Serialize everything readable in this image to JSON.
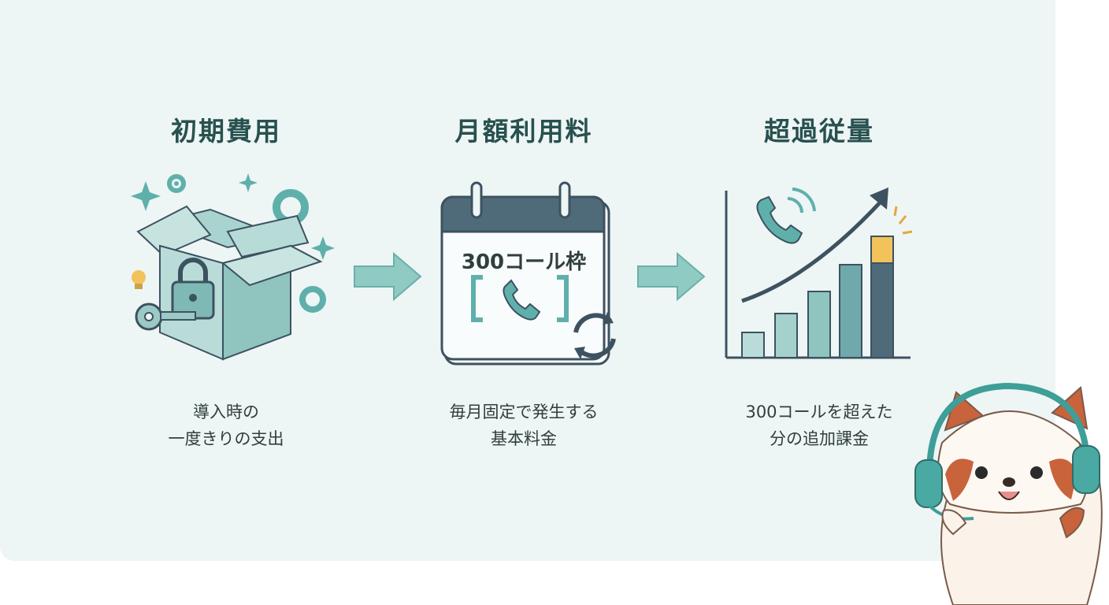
{
  "steps": [
    {
      "title": "初期費用",
      "desc_line1": "導入時の",
      "desc_line2": "一度きりの支出",
      "icons": [
        "open-box-icon",
        "padlock-icon",
        "key-icon",
        "gear-icon",
        "lightbulb-icon",
        "sparkle-icon"
      ]
    },
    {
      "title": "月額利用料",
      "calendar_label": "300コール枠",
      "desc_line1": "毎月固定で発生する",
      "desc_line2": "基本料金",
      "icons": [
        "calendar-icon",
        "phone-icon",
        "refresh-icon"
      ]
    },
    {
      "title": "超過従量",
      "desc_line1": "300コールを超えた",
      "desc_line2": "分の追加課金",
      "icons": [
        "phone-icon",
        "bar-chart-icon",
        "trend-arrow-icon"
      ]
    }
  ],
  "colors": {
    "panel_bg": "#eef5f5",
    "title": "#27514f",
    "teal": "#5fb0ab",
    "navy": "#3d5260",
    "accent_yellow": "#f2c25b"
  },
  "mascot": "red-panda-headset-mascot"
}
